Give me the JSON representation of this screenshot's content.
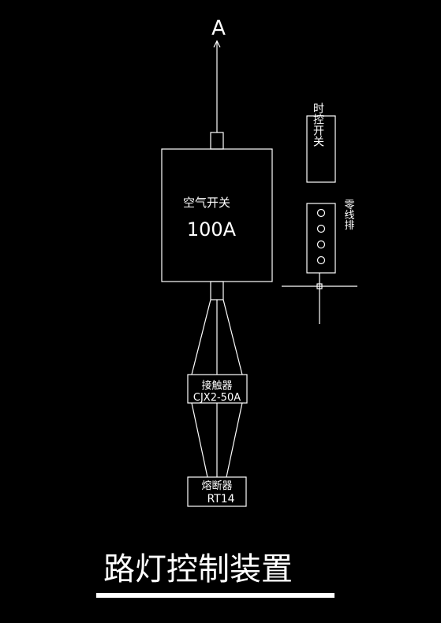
{
  "diagram": {
    "top_label": "A",
    "air_switch": {
      "name": "空气开关",
      "rating": "100A"
    },
    "timer_switch": "时控开关",
    "neutral_bar": "零线排",
    "contactor": {
      "name": "接触器",
      "model": "CJX2-50A"
    },
    "fuse": {
      "name": "熔断器",
      "model": "RT14"
    },
    "title": "路灯控制装置"
  },
  "colors": {
    "background": "#000000",
    "line": "#ffffff"
  }
}
